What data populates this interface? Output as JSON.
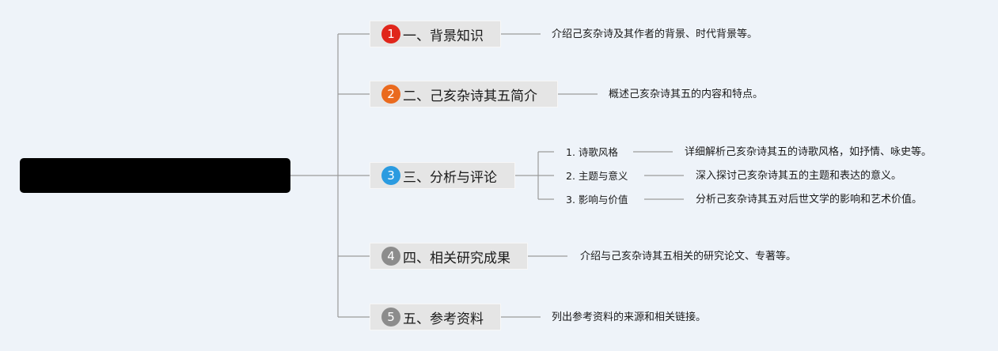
{
  "root": {
    "label": ""
  },
  "topics": [
    {
      "number": "1",
      "label": "一、背景知识",
      "badge_color": "#e0261b",
      "desc": "介绍己亥杂诗及其作者的背景、时代背景等。"
    },
    {
      "number": "2",
      "label": "二、己亥杂诗其五简介",
      "badge_color": "#ea6a1e",
      "desc": "概述己亥杂诗其五的内容和特点。"
    },
    {
      "number": "3",
      "label": "三、分析与评论",
      "badge_color": "#2b9be0",
      "desc": "",
      "subtopics": [
        {
          "label": "1. 诗歌风格",
          "desc": "详细解析己亥杂诗其五的诗歌风格，如抒情、咏史等。"
        },
        {
          "label": "2. 主题与意义",
          "desc": "深入探讨己亥杂诗其五的主题和表达的意义。"
        },
        {
          "label": "3. 影响与价值",
          "desc": "分析己亥杂诗其五对后世文学的影响和艺术价值。"
        }
      ]
    },
    {
      "number": "4",
      "label": "四、相关研究成果",
      "badge_color": "#8c8c8c",
      "desc": "介绍与己亥杂诗其五相关的研究论文、专著等。"
    },
    {
      "number": "5",
      "label": "五、参考资料",
      "badge_color": "#8c8c8c",
      "desc": "列出参考资料的来源和相关链接。"
    }
  ]
}
